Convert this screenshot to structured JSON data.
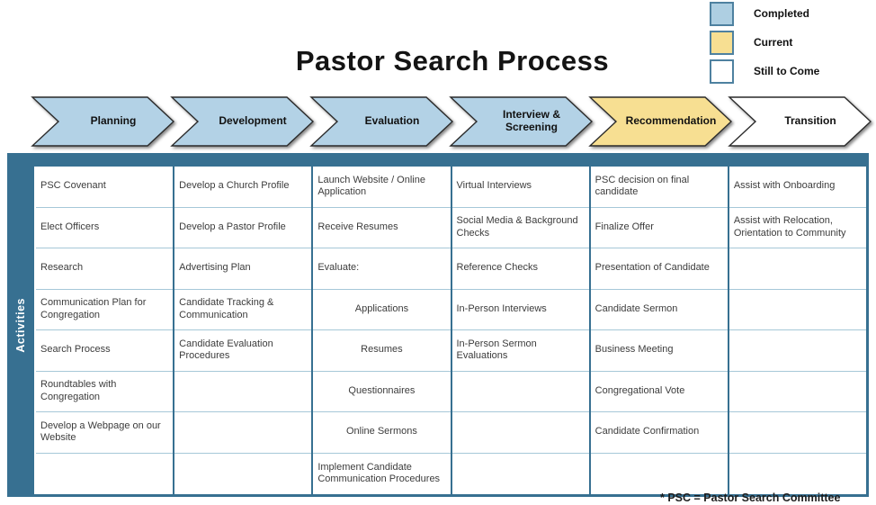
{
  "title": "Pastor Search Process",
  "legend": {
    "items": [
      {
        "label": "Completed",
        "color": "#aecfe2"
      },
      {
        "label": "Current",
        "color": "#f7df92"
      },
      {
        "label": "Still to Come",
        "color": "#ffffff"
      }
    ]
  },
  "colors": {
    "completed": "#b3d2e6",
    "current": "#f7df92",
    "still_to_come": "#ffffff",
    "frame": "#377091"
  },
  "phases": [
    {
      "label": "Planning",
      "status": "completed"
    },
    {
      "label": "Development",
      "status": "completed"
    },
    {
      "label": "Evaluation",
      "status": "completed"
    },
    {
      "label": "Interview & Screening",
      "status": "completed"
    },
    {
      "label": "Recommendation",
      "status": "current"
    },
    {
      "label": "Transition",
      "status": "still_to_come"
    }
  ],
  "table": {
    "row_header": "Activities",
    "columns": [
      {
        "phase": "Planning",
        "cells": [
          {
            "text": "PSC Covenant"
          },
          {
            "text": "Elect Officers"
          },
          {
            "text": "Research"
          },
          {
            "text": "Communication Plan for Congregation"
          },
          {
            "text": "Search Process"
          },
          {
            "text": "Roundtables with Congregation"
          },
          {
            "text": "Develop a Webpage on our Website"
          },
          {
            "text": ""
          }
        ]
      },
      {
        "phase": "Development",
        "cells": [
          {
            "text": "Develop a Church Profile"
          },
          {
            "text": "Develop a Pastor Profile"
          },
          {
            "text": "Advertising Plan"
          },
          {
            "text": "Candidate Tracking & Communication"
          },
          {
            "text": "Candidate Evaluation Procedures"
          },
          {
            "text": ""
          },
          {
            "text": ""
          },
          {
            "text": ""
          }
        ]
      },
      {
        "phase": "Evaluation",
        "cells": [
          {
            "text": "Launch Website / Online Application"
          },
          {
            "text": "Receive Resumes"
          },
          {
            "text": "Evaluate:"
          },
          {
            "text": "Applications",
            "center": true
          },
          {
            "text": "Resumes",
            "center": true
          },
          {
            "text": "Questionnaires",
            "center": true
          },
          {
            "text": "Online Sermons",
            "center": true
          },
          {
            "text": "Implement Candidate Communication Procedures"
          }
        ]
      },
      {
        "phase": "Interview & Screening",
        "cells": [
          {
            "text": "Virtual Interviews"
          },
          {
            "text": "Social Media & Background Checks"
          },
          {
            "text": "Reference Checks"
          },
          {
            "text": "In-Person Interviews"
          },
          {
            "text": "In-Person Sermon Evaluations"
          },
          {
            "text": ""
          },
          {
            "text": ""
          },
          {
            "text": ""
          }
        ]
      },
      {
        "phase": "Recommendation",
        "cells": [
          {
            "text": "PSC decision on final candidate"
          },
          {
            "text": "Finalize Offer"
          },
          {
            "text": "Presentation of Candidate"
          },
          {
            "text": "Candidate Sermon"
          },
          {
            "text": "Business Meeting"
          },
          {
            "text": "Congregational Vote"
          },
          {
            "text": "Candidate Confirmation"
          },
          {
            "text": ""
          }
        ]
      },
      {
        "phase": "Transition",
        "cells": [
          {
            "text": "Assist with Onboarding"
          },
          {
            "text": "Assist with Relocation, Orientation to Community"
          },
          {
            "text": ""
          },
          {
            "text": ""
          },
          {
            "text": ""
          },
          {
            "text": ""
          },
          {
            "text": ""
          },
          {
            "text": ""
          }
        ]
      }
    ]
  },
  "footnote": "* PSC = Pastor Search Committee"
}
